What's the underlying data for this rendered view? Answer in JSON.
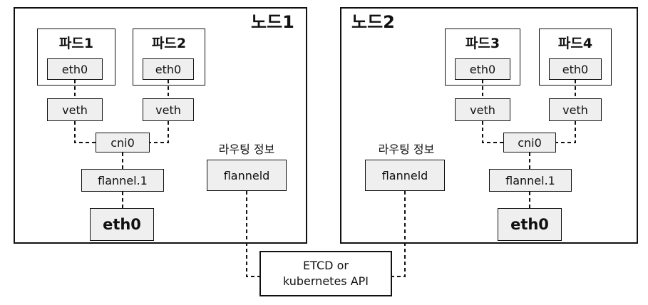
{
  "node1": {
    "title": "노드1",
    "pod1": {
      "label": "파드1",
      "eth": "eth0"
    },
    "pod2": {
      "label": "파드2",
      "eth": "eth0"
    },
    "veth1": "veth",
    "veth2": "veth",
    "cni": "cni0",
    "flannel": "flannel.1",
    "eth": "eth0",
    "routing_label": "라우팅 정보",
    "flanneld": "flanneld"
  },
  "node2": {
    "title": "노드2",
    "pod3": {
      "label": "파드3",
      "eth": "eth0"
    },
    "pod4": {
      "label": "파드4",
      "eth": "eth0"
    },
    "veth3": "veth",
    "veth4": "veth",
    "cni": "cni0",
    "flannel": "flannel.1",
    "eth": "eth0",
    "routing_label": "라우팅 정보",
    "flanneld": "flanneld"
  },
  "etcd": {
    "line1": "ETCD or",
    "line2": "kubernetes API"
  }
}
